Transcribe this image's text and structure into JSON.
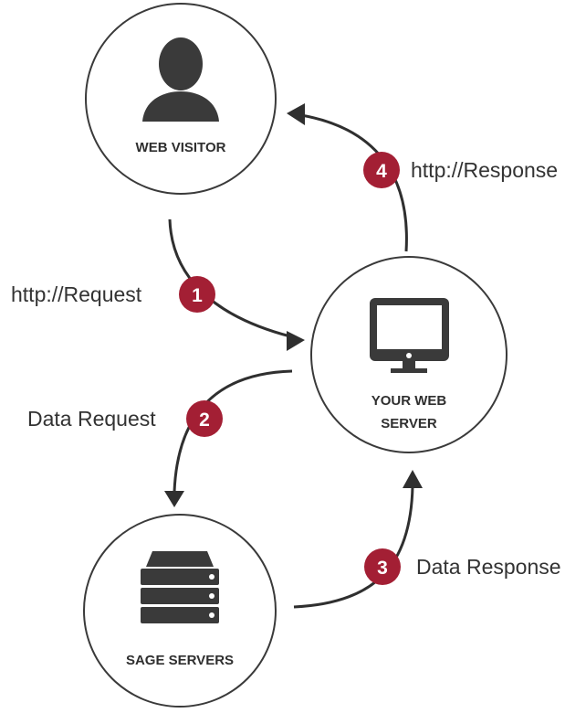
{
  "colors": {
    "accent": "#a31f34",
    "ink": "#2f2f2f",
    "background": "#ffffff"
  },
  "nodes": {
    "web_visitor": {
      "label": "WEB VISITOR",
      "icon": "person-icon"
    },
    "web_server": {
      "label_line1": "YOUR WEB",
      "label_line2": "SERVER",
      "icon": "monitor-icon"
    },
    "sage_servers": {
      "label": "SAGE SERVERS",
      "icon": "server-stack-icon"
    }
  },
  "steps": [
    {
      "number": "1",
      "label": "http://Request"
    },
    {
      "number": "2",
      "label": "Data Request"
    },
    {
      "number": "3",
      "label": "Data Response"
    },
    {
      "number": "4",
      "label": "http://Response"
    }
  ]
}
